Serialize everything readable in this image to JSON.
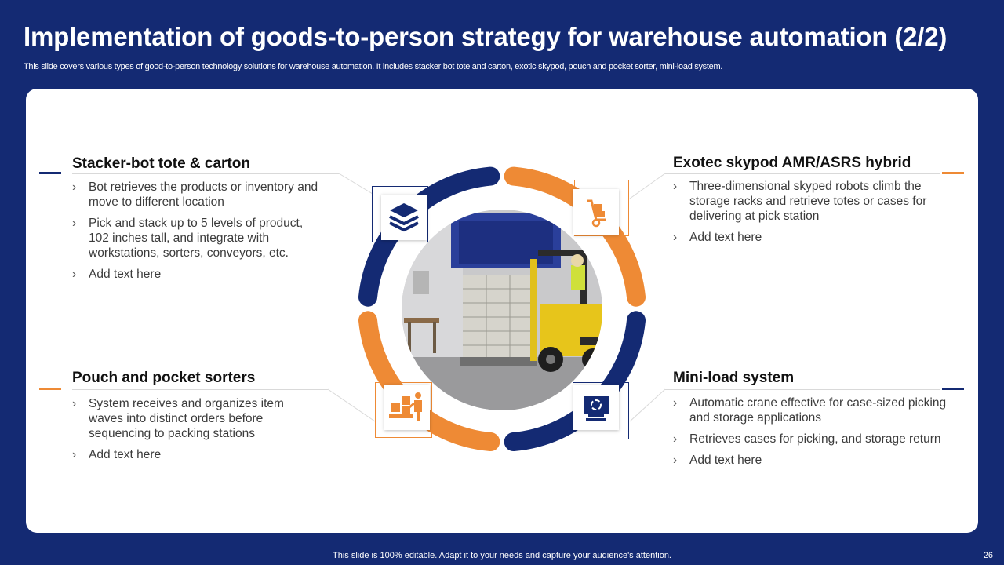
{
  "slide": {
    "title": "Implementation of goods-to-person strategy for warehouse automation (2/2)",
    "subtitle": "This slide covers various types of good-to-person technology solutions for warehouse automation. It includes stacker bot tote and carton, exotic skypod, pouch and pocket sorter, mini-load system.",
    "footer": "This slide is 100% editable. Adapt it to your needs and capture your audience's attention.",
    "page_number": "26"
  },
  "colors": {
    "navy": "#142a73",
    "orange": "#ee8a35",
    "white": "#ffffff"
  },
  "sections": {
    "top_left": {
      "heading": "Stacker-bot tote & carton",
      "bullets": [
        "Bot retrieves the products or inventory and move to different location",
        "Pick and stack up to 5 levels of product, 102 inches tall, and integrate with workstations, sorters, conveyors, etc.",
        "Add text here"
      ],
      "icon": "layers-icon"
    },
    "top_right": {
      "heading": "Exotec skypod AMR/ASRS hybrid",
      "bullets": [
        "Three-dimensional skyped robots climb the storage racks and retrieve totes or cases for delivering at pick station",
        "Add text here"
      ],
      "icon": "hand-truck-icon"
    },
    "bottom_left": {
      "heading": "Pouch and pocket sorters",
      "bullets": [
        "System receives and organizes item waves into distinct orders before sequencing to packing stations",
        "Add text here"
      ],
      "icon": "worker-boxes-icon"
    },
    "bottom_right": {
      "heading": "Mini-load system",
      "bullets": [
        "Automatic crane effective for case-sized picking and storage applications",
        "Retrieves cases for picking, and storage return",
        "Add text here"
      ],
      "icon": "monitor-icon"
    }
  },
  "center_image": {
    "icon": "forklift-warehouse-photo"
  }
}
